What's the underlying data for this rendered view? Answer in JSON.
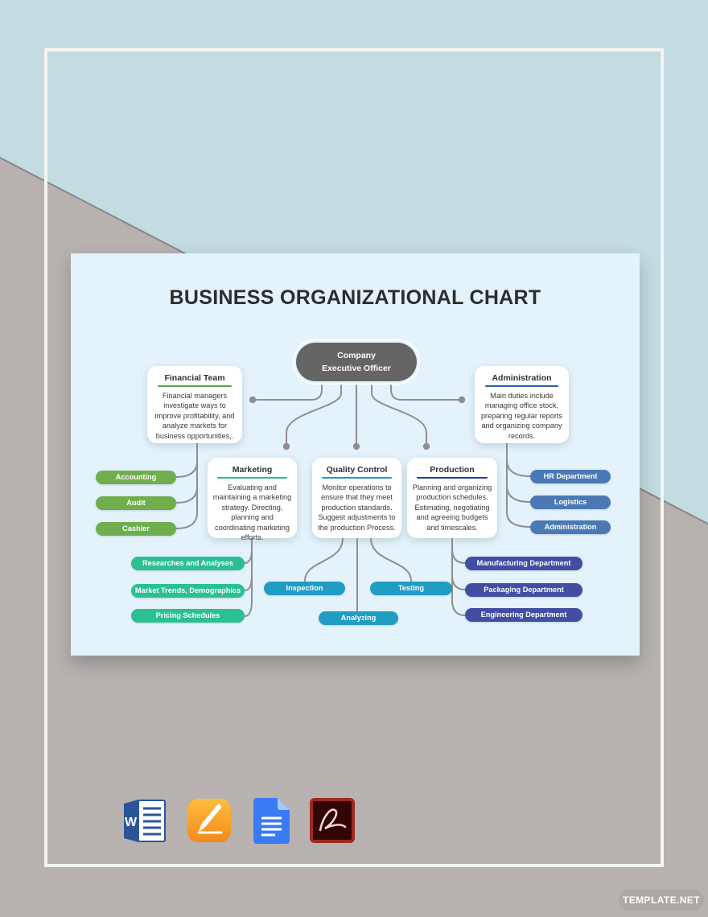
{
  "title": "BUSINESS ORGANIZATIONAL CHART",
  "watermark": "TEMPLATE.NET",
  "colors": {
    "background_top": "#c2dce1",
    "background_bottom": "#b7b1af",
    "card": "#e4f2fb",
    "connector_line": "#8f8f8f",
    "root_fill": "#656565"
  },
  "org": {
    "root": {
      "line1": "Company",
      "line2": "Executive Officer",
      "color": "#656565"
    },
    "teams": [
      {
        "title": "Financial Team",
        "desc": "Financial managers investigate ways to improve profitability, and analyze markets for business opportunities,.",
        "accent": "#5aa646",
        "child_color": "#6fae4c",
        "children": [
          "Accounting",
          "Audit",
          "Cashier"
        ]
      },
      {
        "title": "Marketing",
        "desc": "Evaluating and maintaining a marketing strategy. Directing, planning and coordinating marketing efforts.",
        "accent": "#2bbd8f",
        "child_color": "#2ac092",
        "children": [
          "Researches and Analyses",
          "Market Trends, Demographics",
          "Pricing Schedules"
        ]
      },
      {
        "title": "Quality Control",
        "desc": "Monitor operations to ensure that they meet production standards. Suggest adjustments to the production Process.",
        "accent": "#2398c0",
        "child_color": "#1f9dc3",
        "children": [
          "Inspection",
          "Testing",
          "Analyzing"
        ]
      },
      {
        "title": "Production",
        "desc": "Planning and organizing production schedules. Estimating, negotiating and agreeing budgets and timescales.",
        "accent": "#27418f",
        "child_color": "#414ea2",
        "children": [
          "Manufacturing Department",
          "Packaging Department",
          "Engineering Department"
        ]
      },
      {
        "title": "Administration",
        "desc": "Main duties include managing office stock, preparing regular reports and organizing company records.",
        "accent": "#2f5a9e",
        "child_color": "#4b79b6",
        "children": [
          "HR Department",
          "Logistics",
          "Administration"
        ]
      }
    ]
  },
  "footer": {
    "format_icons": [
      "ms-word-icon",
      "apple-pages-icon",
      "google-docs-icon",
      "adobe-pdf-icon"
    ]
  }
}
